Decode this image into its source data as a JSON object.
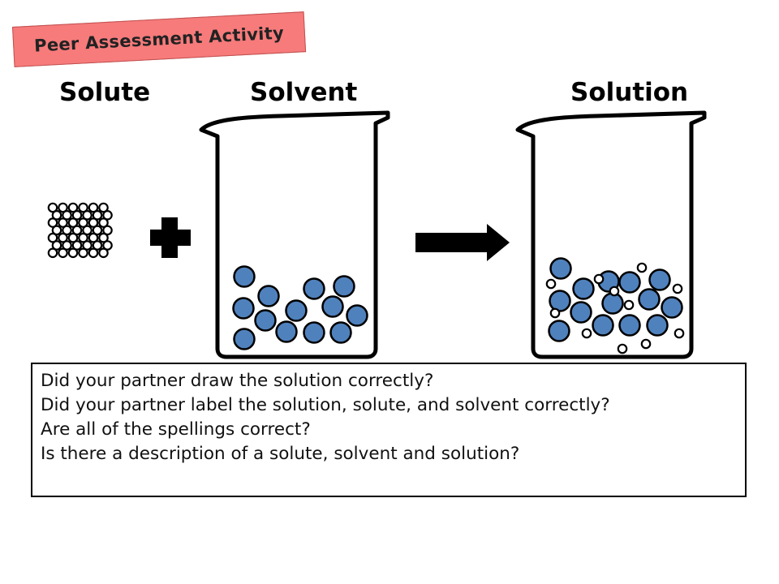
{
  "banner": {
    "label": "Peer Assessment  Activity"
  },
  "headings": {
    "solute": "Solute",
    "solvent": "Solvent",
    "solution": "Solution"
  },
  "colors": {
    "banner_background": "#f77b7b",
    "particle_fill": "#4f81bd",
    "outline": "#000000"
  },
  "icons": {
    "plus": "plus-icon",
    "arrow": "right-arrow-icon"
  },
  "questions": [
    "Did your partner draw the solution correctly?",
    "Did your partner label the solution, solute, and solvent correctly?",
    "Are all of the spellings correct?",
    "Is there a description of a solute, solvent and solution?"
  ]
}
